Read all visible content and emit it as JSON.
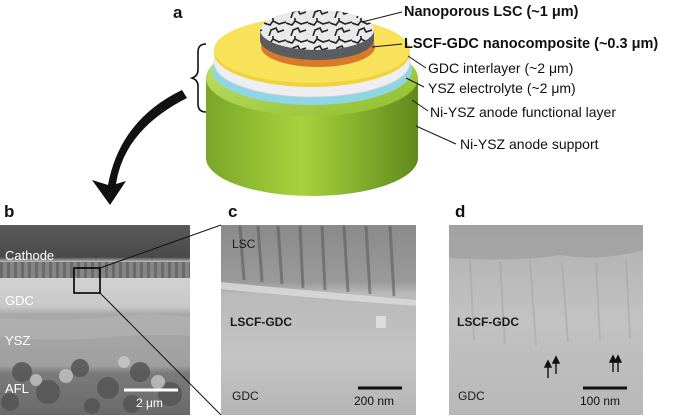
{
  "panels": {
    "a": {
      "letter": "a",
      "layers": [
        {
          "label": "Nanoporous LSC (~1 μm)",
          "bold": true
        },
        {
          "label": "LSCF-GDC nanocomposite (~0.3 μm)",
          "bold": true
        },
        {
          "label": "GDC interlayer (~2 μm)",
          "bold": false
        },
        {
          "label": "YSZ electrolyte (~2 μm)",
          "bold": false
        },
        {
          "label": "Ni-YSZ anode functional layer",
          "bold": false
        },
        {
          "label": "Ni-YSZ anode support",
          "bold": false
        }
      ],
      "colors": {
        "lsc": "#6d6f73",
        "lscf_gdc": "#d97a2a",
        "gdc": "#f2d43a",
        "ysz": "#e8e8ec",
        "afl": "#8fd6e4",
        "support": "#8dbb2e"
      }
    },
    "b": {
      "letter": "b",
      "labels": [
        "Cathode",
        "GDC",
        "YSZ",
        "AFL"
      ],
      "scale_bar": "2 μm"
    },
    "c": {
      "letter": "c",
      "labels": [
        "LSC",
        "LSCF-GDC",
        "GDC"
      ],
      "scale_bar": "200 nm"
    },
    "d": {
      "letter": "d",
      "labels": [
        "LSCF-GDC",
        "GDC"
      ],
      "scale_bar": "100 nm"
    }
  }
}
